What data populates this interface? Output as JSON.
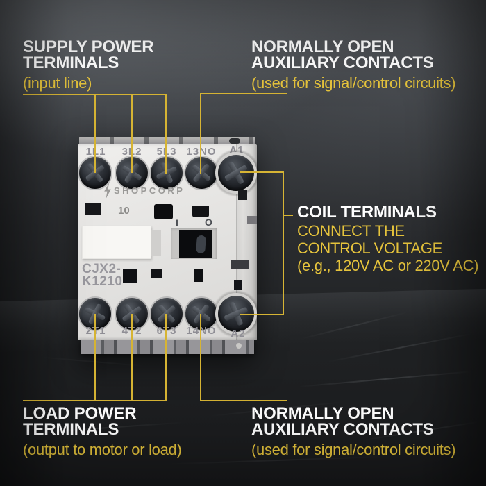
{
  "colors": {
    "accent_text": "#e6c43c",
    "accent_line": "#d6b434",
    "title_text": "#ffffff"
  },
  "icons": {
    "brand": "lightning-bolt"
  },
  "annotations": {
    "supply": {
      "title": "SUPPLY POWER\nTERMINALS",
      "subtitle": "(input line)"
    },
    "aux_top": {
      "title": "NORMALLY OPEN\nAUXILIARY CONTACTS",
      "subtitle": "(used for signal/control circuits)"
    },
    "coil": {
      "title": "COIL TERMINALS",
      "subtitle": "CONNECT THE\nCONTROL VOLTAGE\n(e.g., 120V AC or 220V AC)"
    },
    "load": {
      "title": "LOAD POWER\nTERMINALS",
      "subtitle": "(output to motor or load)"
    },
    "aux_bottom": {
      "title": "NORMALLY OPEN\nAUXILIARY CONTACTS",
      "subtitle": "(used for signal/control circuits)"
    }
  },
  "device": {
    "brand": "SHOPCORP",
    "rating": "10",
    "model": "CJX2-\nK1210",
    "indicator_on": "I",
    "indicator_off": "O",
    "terminals_top": [
      "1L1",
      "3L2",
      "5L3",
      "13NO",
      "A1"
    ],
    "terminals_bottom": [
      "2T1",
      "4T2",
      "6T3",
      "14NO",
      "A2"
    ]
  }
}
